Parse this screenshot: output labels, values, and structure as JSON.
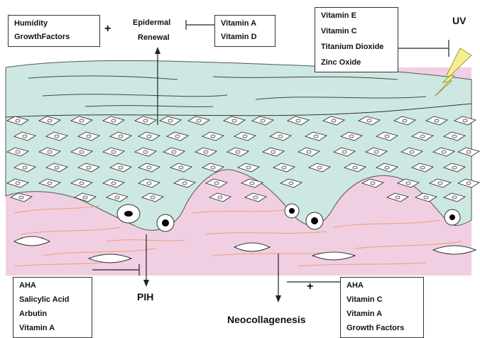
{
  "boxes": {
    "top_left": [
      "Humidity",
      "GrowthFactors"
    ],
    "top_center": [
      "Vitamin A",
      "Vitamin D"
    ],
    "top_right": [
      "Vitamin E",
      "Vitamin C",
      "Titanium Dioxide",
      "Zinc Oxide"
    ],
    "bottom_left": [
      "AHA",
      "Salicylic Acid",
      "Arbutin",
      "Vitamin A"
    ],
    "bottom_right": [
      "AHA",
      "Vitamin C",
      "Vitamin A",
      "Growth Factors"
    ]
  },
  "labels": {
    "epidermal": "Epidermal",
    "renewal": "Renewal",
    "uv": "UV",
    "pih": "PIH",
    "neocollagenesis": "Neocollagenesis",
    "plus": "+"
  },
  "colors": {
    "epidermis": "#cde8e2",
    "dermis": "#f1cfe2",
    "fibers": "#e8a070",
    "lightning": "#f5ef8e",
    "outline": "#333333"
  }
}
